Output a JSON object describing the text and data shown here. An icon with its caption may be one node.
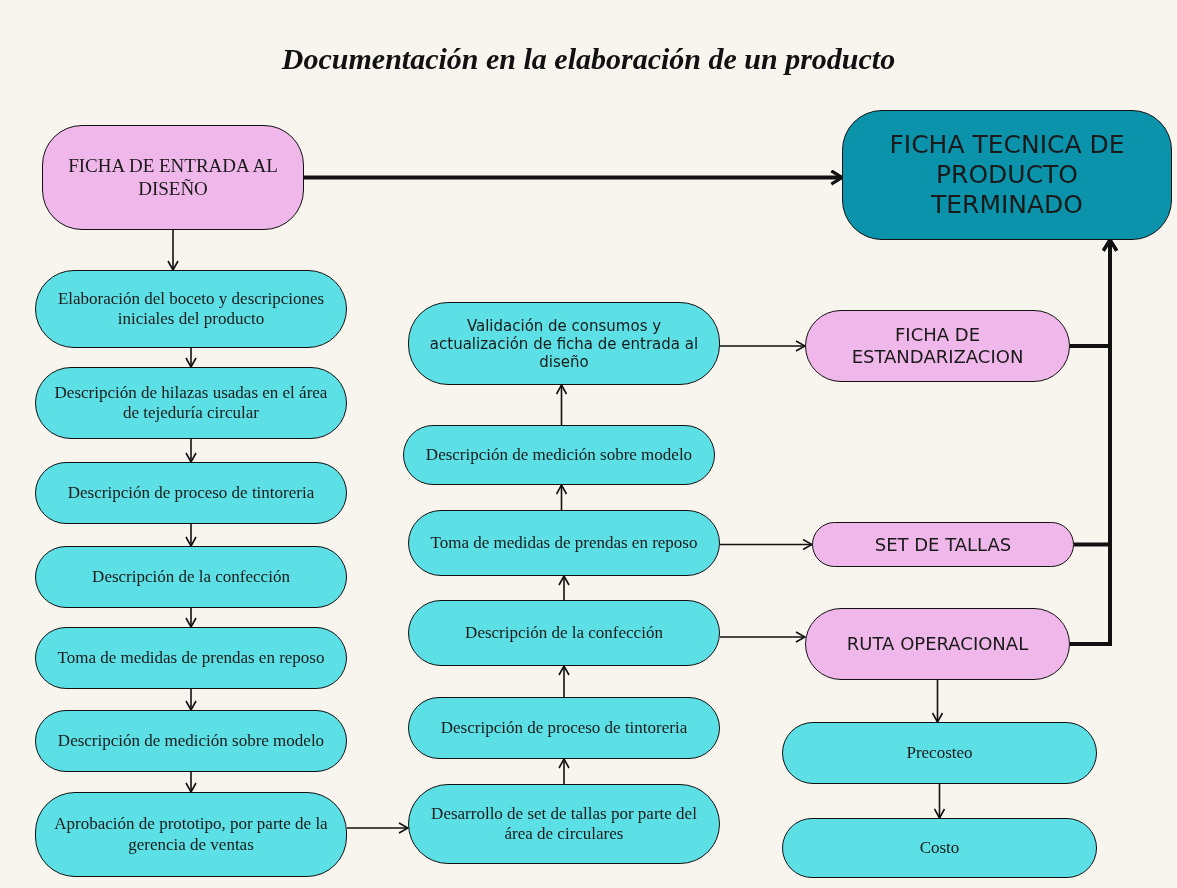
{
  "diagram": {
    "title": "Documentación en la elaboración de un producto",
    "nodes": [
      {
        "text": [
          "FICHA DE ENTRADA AL DISEÑO"
        ]
      },
      {
        "text": [
          "FICHA TECNICA DE PRODUCTO TERMINADO"
        ]
      },
      {
        "text": [
          "Elaboración del boceto y descripciones iniciales del producto"
        ]
      },
      {
        "text": [
          "Descripción de hilazas usadas en el área de tejeduría circular"
        ]
      },
      {
        "text": [
          "Descripción de proceso de tintoreria"
        ]
      },
      {
        "text": [
          "Descripción de la confección"
        ]
      },
      {
        "text": [
          "Toma de medidas de prendas en reposo"
        ]
      },
      {
        "text": [
          "Descripción de medición sobre modelo"
        ]
      },
      {
        "text": [
          "Aprobación de prototipo, por parte de la gerencia de ventas"
        ]
      },
      {
        "text": [
          "Validación de consumos y actualización de ficha de entrada al diseño"
        ]
      },
      {
        "text": [
          "Descripción de medición sobre modelo"
        ]
      },
      {
        "text": [
          "Toma de medidas de prendas en reposo"
        ]
      },
      {
        "text": [
          "Descripción de la confección"
        ]
      },
      {
        "text": [
          "Descripción de proceso de tintoreria"
        ]
      },
      {
        "text": [
          "Desarrollo de set de tallas por parte del área de circulares"
        ]
      },
      {
        "text": [
          "FICHA DE ESTANDARIZACION"
        ]
      },
      {
        "text": [
          "SET DE TALLAS"
        ]
      },
      {
        "text": [
          "RUTA OPERACIONAL"
        ]
      },
      {
        "text": [
          "Precosteo"
        ]
      },
      {
        "text": [
          "Costo"
        ]
      }
    ],
    "edges": [
      {
        "from": 0,
        "to": 1,
        "arrow": "to",
        "style": "thick"
      },
      {
        "from": 0,
        "to": 2,
        "arrow": "to"
      },
      {
        "from": 2,
        "to": 3,
        "arrow": "to"
      },
      {
        "from": 3,
        "to": 4,
        "arrow": "to"
      },
      {
        "from": 4,
        "to": 5,
        "arrow": "to"
      },
      {
        "from": 5,
        "to": 6,
        "arrow": "to"
      },
      {
        "from": 6,
        "to": 7,
        "arrow": "to"
      },
      {
        "from": 7,
        "to": 8,
        "arrow": "to"
      },
      {
        "from": 8,
        "to": 14,
        "arrow": "to"
      },
      {
        "from": 14,
        "to": 13,
        "arrow": "to"
      },
      {
        "from": 13,
        "to": 12,
        "arrow": "to"
      },
      {
        "from": 12,
        "to": 11,
        "arrow": "to"
      },
      {
        "from": 11,
        "to": 10,
        "arrow": "to"
      },
      {
        "from": 10,
        "to": 9,
        "arrow": "to"
      },
      {
        "from": 9,
        "to": 15,
        "arrow": "to"
      },
      {
        "from": 11,
        "to": 16,
        "arrow": "to"
      },
      {
        "from": 12,
        "to": 17,
        "arrow": "to"
      },
      {
        "from": 15,
        "to": 1,
        "arrow": "to",
        "style": "thick"
      },
      {
        "from": 16,
        "to": 1,
        "arrow": "to",
        "style": "thick"
      },
      {
        "from": 17,
        "to": 1,
        "arrow": "to",
        "style": "thick"
      },
      {
        "from": 17,
        "to": 18,
        "arrow": "to"
      },
      {
        "from": 18,
        "to": 19,
        "arrow": "to"
      }
    ]
  }
}
